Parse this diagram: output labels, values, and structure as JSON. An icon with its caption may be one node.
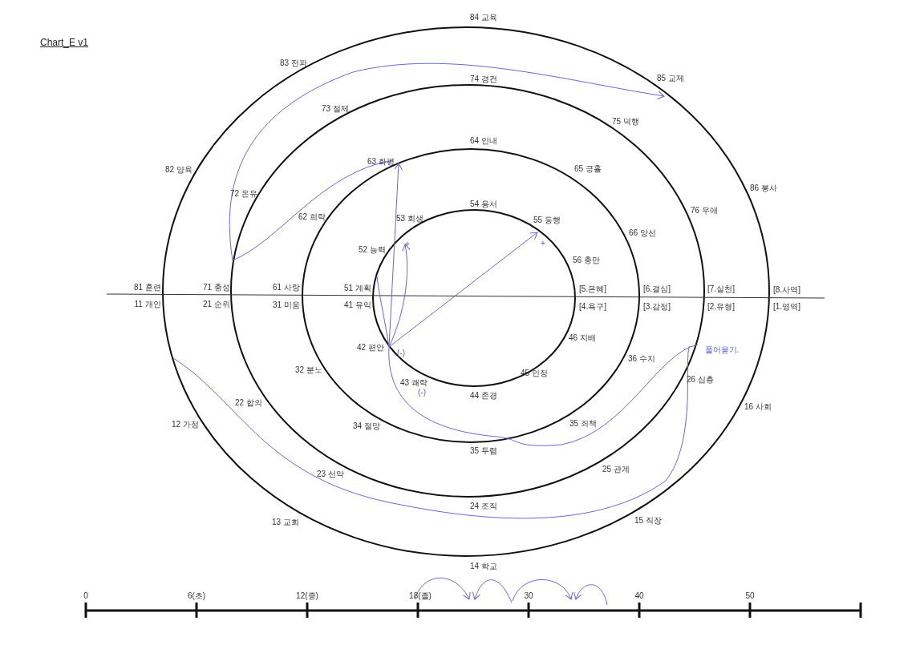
{
  "diagram": {
    "title": "Chart_E v1",
    "labels": [
      "84 교육",
      "83 전파",
      "74 경건",
      "85 교제",
      "73 절제",
      "75 덕행",
      "64 인내",
      "82 양육",
      "63 화평",
      "65 긍휼",
      "72 온유",
      "86 봉사",
      "62 희락",
      "53 회생",
      "54 용서",
      "55 동행",
      "76 우애",
      "66 양선",
      "52 능력",
      "+",
      "+",
      "56 충만",
      "81 훈련",
      "71 충성",
      "61 사랑",
      "51 계획",
      "[5.은혜]",
      "[6.결심]",
      "[7.실천]",
      "[8.사역]",
      "11 개인",
      "21 순위",
      "31 미움",
      "41 유익",
      "[4.욕구]",
      "[3.감정]",
      "[2.유형]",
      "[1.영역]",
      "46 지배",
      "42 편안",
      "(-)",
      "36 수치",
      "풀어묻기.",
      "32 분노",
      "43 쾌락",
      "45 인정",
      "26 심층",
      "22 합의",
      "(-)",
      "44 존경",
      "16 사회",
      "12 가정",
      "34 절망",
      "35 죄책",
      "35 두렴",
      "23 선악",
      "25 관계",
      "24 조직",
      "13 교회",
      "15 직장",
      "14 학교",
      "0",
      "6(초)",
      "12(중)",
      "18(졸)",
      "30",
      "40",
      "50"
    ]
  }
}
